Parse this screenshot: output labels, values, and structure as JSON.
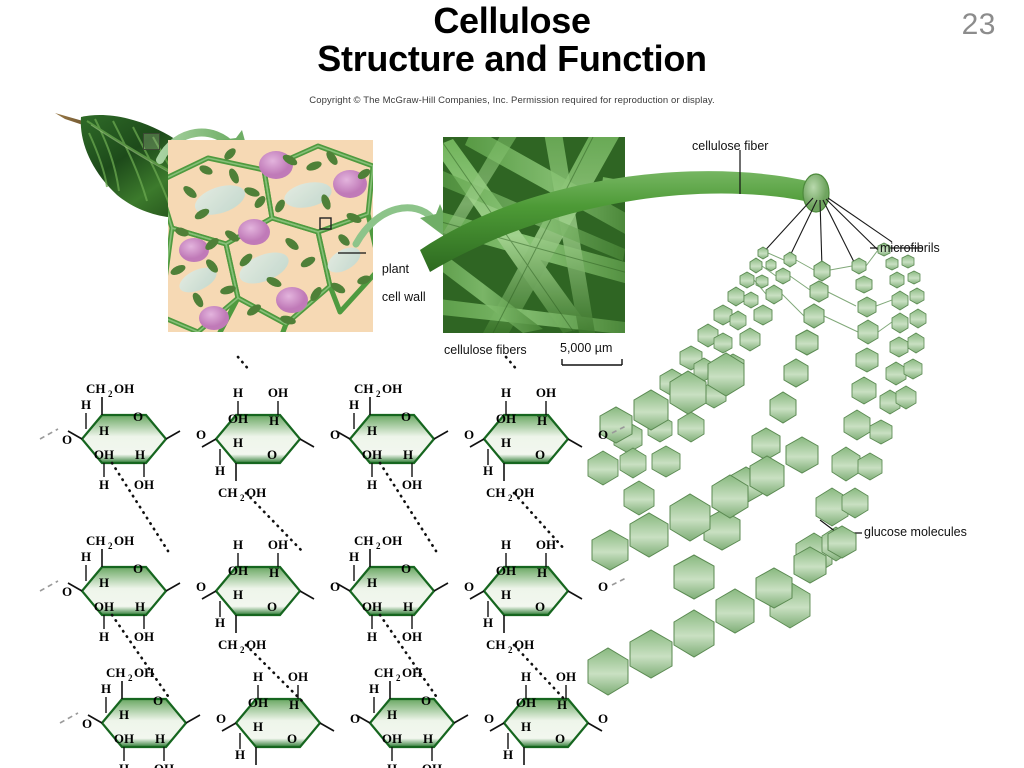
{
  "slide": {
    "number": "23",
    "title_line1": "Cellulose",
    "title_line2": "Structure and Function",
    "copyright": "Copyright © The McGraw-Hill Companies, Inc. Permission required for reproduction or display."
  },
  "labels": {
    "plant_cell_wall_line1": "plant",
    "plant_cell_wall_line2": "cell wall",
    "cellulose_fibers": "cellulose fibers",
    "scale_bar": "5,000 µm",
    "cellulose_fiber": "cellulose fiber",
    "microfibrils": "microfibrils",
    "glucose_molecules": "glucose molecules"
  },
  "chemistry": {
    "hydroxymethyl": "CH",
    "hydroxymethyl_sub": "2",
    "hydroxymethyl_tail": "OH",
    "hydroxyl": "OH",
    "hydrogen": "H",
    "oxygen": "O",
    "rows": 3,
    "rings_per_row": 4,
    "bond_note": "beta-1,4-glycosidic linkages with hydrogen bonds shown as dotted lines"
  },
  "colors": {
    "ring_top_green": "#6aa863",
    "ring_mid_pale": "#f2f7ef",
    "ring_bottom_dark": "#2f7d35",
    "ring_outline": "#16661f",
    "fiber_green": "#4e9a3d",
    "arrow_green": "#8dc48a",
    "hexagon_green": "#7fae77",
    "cell_wall_green": "#4f9a3f",
    "nucleus_pink": "#cf8ec8",
    "cytoplasm_peach": "#f6d9b4",
    "chloroplast_green": "#4f8038",
    "slide_number_gray": "#8c8c8c",
    "leaf_dark": "#1f4a1c",
    "leaf_light": "#57933f"
  }
}
